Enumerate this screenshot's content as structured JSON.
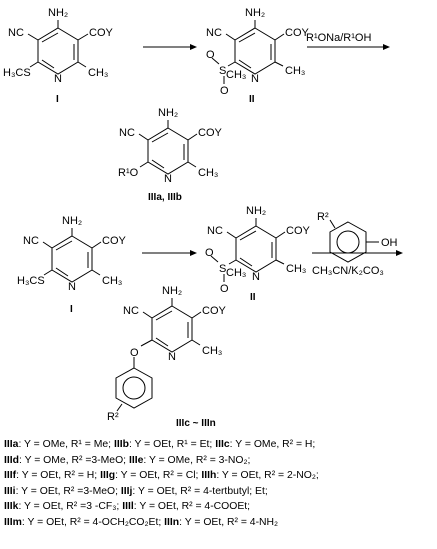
{
  "scheme_top": {
    "reactant": {
      "nh2": "NH₂",
      "cn": "NC",
      "coy": "COY",
      "sme": "H₃CS",
      "ch3": "CH₃",
      "n": "N",
      "label": "I"
    },
    "intermediate": {
      "nh2": "NH₂",
      "cn": "NC",
      "coy": "COY",
      "s": "S",
      "ch3s": "CH₃",
      "ch3": "CH₃",
      "n": "N",
      "o1": "O",
      "o2": "O",
      "label": "II"
    },
    "reagent": "R¹ONa/R¹OH",
    "product": {
      "nh2": "NH₂",
      "cn": "NC",
      "coy": "COY",
      "or1": "R¹O",
      "ch3": "CH₃",
      "n": "N",
      "label": "IIIa, IIIb"
    }
  },
  "scheme_bottom": {
    "reactant": {
      "nh2": "NH₂",
      "cn": "NC",
      "coy": "COY",
      "sme": "H₃CS",
      "ch3": "CH₃",
      "n": "N",
      "label": "I"
    },
    "intermediate": {
      "nh2": "NH₂",
      "cn": "NC",
      "coy": "COY",
      "s": "S",
      "ch3s": "CH₃",
      "ch3": "CH₃",
      "n": "N",
      "o1": "O",
      "o2": "O",
      "label": "II"
    },
    "phenol": {
      "r2": "R²",
      "oh": "OH"
    },
    "reagent": "CH₃CN/K₂CO₃",
    "product": {
      "nh2": "NH₂",
      "cn": "NC",
      "coy": "COY",
      "o": "O",
      "ch3": "CH₃",
      "n": "N",
      "r2": "R²",
      "label": "IIIc ~ IIIn"
    }
  },
  "legend": [
    [
      {
        "id": "IIIa",
        "text": ": Y = OMe, R¹ = Me; "
      },
      {
        "id": "IIIb",
        "text": ": Y = OEt, R¹ = Et; "
      },
      {
        "id": "IIIc",
        "text": ": Y = OMe, R² = H;"
      }
    ],
    [
      {
        "id": "IIId",
        "text": ": Y = OMe, R² =3-MeO; "
      },
      {
        "id": "IIIe",
        "text": ": Y = OMe, R² = 3-NO₂;"
      }
    ],
    [
      {
        "id": "IIIf",
        "text": ": Y = OEt, R² = H; "
      },
      {
        "id": "IIIg",
        "text": ": Y = OEt, R² = Cl; "
      },
      {
        "id": "IIIh",
        "text": ": Y = OEt, R² = 2-NO₂;"
      }
    ],
    [
      {
        "id": "IIIi",
        "text": ": Y = OEt, R² =3-MeO; "
      },
      {
        "id": "IIIj",
        "text": ": Y = OEt, R² = 4-tertbutyl; Et;"
      }
    ],
    [
      {
        "id": "IIIk",
        "text": ": Y = OEt, R² =3 -CF₃; "
      },
      {
        "id": "IIIl",
        "text": ": Y = OEt, R² = 4-COOEt;"
      }
    ],
    [
      {
        "id": "IIIm",
        "text": ": Y = OEt, R² = 4-OCH₂CO₂Et; "
      },
      {
        "id": "IIIn",
        "text": ": Y = OEt, R² = 4-NH₂"
      }
    ]
  ]
}
